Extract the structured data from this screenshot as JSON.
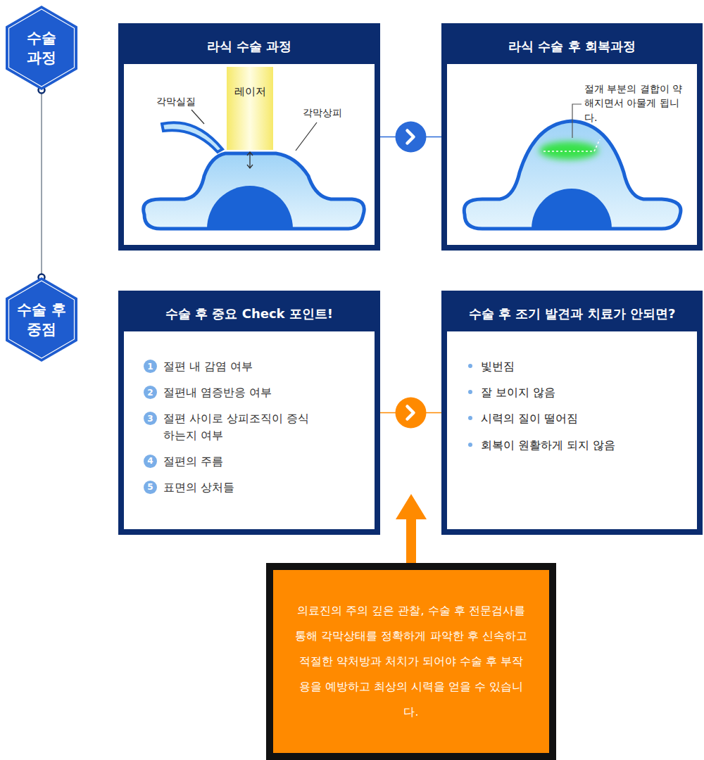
{
  "diagram": {
    "nodes": [
      {
        "text": [
          "수술 과정"
        ]
      },
      {
        "text": [
          "라식 수술 과정"
        ]
      },
      {
        "text": [
          "라식 수술 후 회복과정"
        ]
      },
      {
        "text": [
          "수술 후 중점"
        ]
      },
      {
        "text": [
          "수술 후 중요 Check 포인트!",
          "절편 내 감염 여부",
          "절편내 염증반응 여부",
          "절편 사이로 상피조직이 증식하는지 여부",
          "절편의 주름",
          "표면의 상처들"
        ]
      },
      {
        "text": [
          "수술 후 조기 발견과 치료가 안되면?",
          "빛번짐",
          "잘 보이지 않음",
          "시력의 질이 떨어짐",
          "회복이 원활하게 되지 않음"
        ]
      },
      {
        "text": [
          "의료진의 주의 깊은 관찰, 수술 후 전문검사를 통해 각막상태를 정확하게 파악한 후 신속하고 적절한 약처방과 처치가 되어야 수술 후 부작용을 예방하고 최상의 시력을 얻을 수 있습니다."
        ]
      }
    ],
    "edges": [
      {
        "from": 0,
        "to": 3,
        "arrow": "none"
      },
      {
        "from": 1,
        "to": 2,
        "arrow": "to"
      },
      {
        "from": 4,
        "to": 5,
        "arrow": "to"
      }
    ],
    "labels": [
      "각막실질",
      "레이저",
      "각막상피",
      "절개 부분의 결합이 약해지면서 아물게 됩니다.",
      "1",
      "2",
      "3",
      "4",
      "5"
    ]
  }
}
